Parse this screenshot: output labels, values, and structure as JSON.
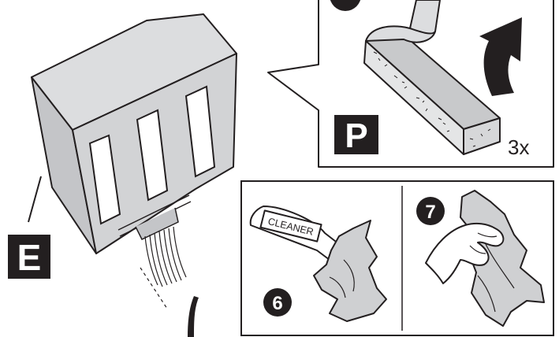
{
  "figure": {
    "part_label_device": "E",
    "part_label_pad": "P",
    "quantity_label": "3x",
    "bottle_label": "CLEANER",
    "step_6": "6",
    "step_7": "7"
  },
  "colors": {
    "ink": "#231f20",
    "device_fill": "#d5d6d8",
    "device_shade": "#bfc0c3",
    "label_bg": "#231f20",
    "cloth_fill": "#cfd0d2",
    "pad_fill": "#c8c9cb"
  }
}
